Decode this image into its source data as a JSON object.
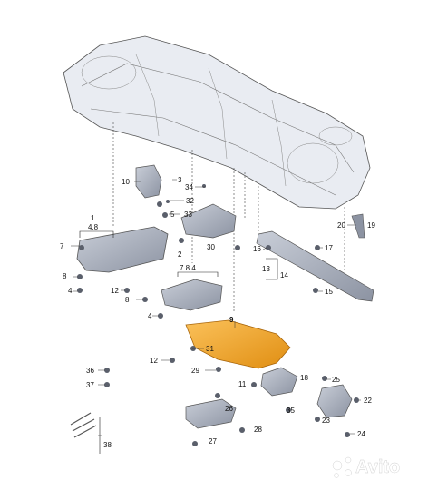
{
  "diagram": {
    "callouts": {
      "c1": "1",
      "c1b": "4,8",
      "c2": "2",
      "c2b": "7 8 4",
      "c3": "3",
      "c4": "4",
      "c4b": "4",
      "c5": "5",
      "c7": "7",
      "c8": "8",
      "c8b": "8",
      "c9": "9",
      "c10": "10",
      "c11": "11",
      "c12": "12",
      "c12b": "12",
      "c13": "13",
      "c14": "14",
      "c15": "15",
      "c16": "16",
      "c17": "17",
      "c18": "18",
      "c19": "19",
      "c20": "20",
      "c22": "22",
      "c23": "23",
      "c24": "24",
      "c25": "25",
      "c26": "26",
      "c27": "27",
      "c28": "28",
      "c29": "29",
      "c30": "30",
      "c31": "31",
      "c32": "32",
      "c33": "33",
      "c34": "34",
      "c35": "35",
      "c36": "36",
      "c37": "37",
      "c38": "38"
    },
    "highlighted_part_color": "#f6a623",
    "line_color": "#333333"
  },
  "watermark": {
    "text": "Avito"
  }
}
